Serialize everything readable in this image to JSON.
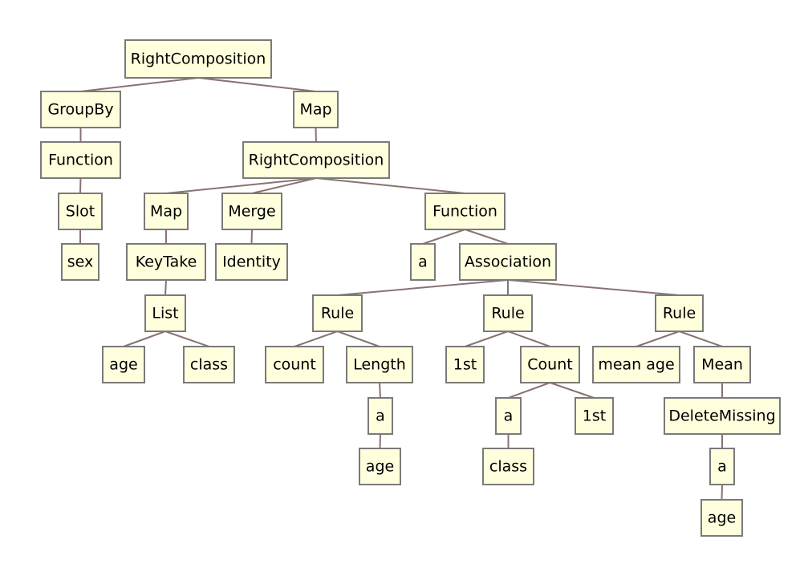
{
  "tree": {
    "nodes": [
      {
        "id": "n1",
        "label": "RightComposition"
      },
      {
        "id": "n2",
        "label": "GroupBy"
      },
      {
        "id": "n3",
        "label": "Map"
      },
      {
        "id": "n4",
        "label": "Function"
      },
      {
        "id": "n5",
        "label": "Slot"
      },
      {
        "id": "n6",
        "label": "sex"
      },
      {
        "id": "n7",
        "label": "RightComposition"
      },
      {
        "id": "n8",
        "label": "Map"
      },
      {
        "id": "n9",
        "label": "Merge"
      },
      {
        "id": "n10",
        "label": "Function"
      },
      {
        "id": "n11",
        "label": "KeyTake"
      },
      {
        "id": "n12",
        "label": "Identity"
      },
      {
        "id": "n13",
        "label": "a"
      },
      {
        "id": "n14",
        "label": "Association"
      },
      {
        "id": "n15",
        "label": "List"
      },
      {
        "id": "n16",
        "label": "age"
      },
      {
        "id": "n17",
        "label": "class"
      },
      {
        "id": "n18",
        "label": "Rule"
      },
      {
        "id": "n19",
        "label": "Rule"
      },
      {
        "id": "n20",
        "label": "Rule"
      },
      {
        "id": "n21",
        "label": "count"
      },
      {
        "id": "n22",
        "label": "Length"
      },
      {
        "id": "n23",
        "label": "1st"
      },
      {
        "id": "n24",
        "label": "Count"
      },
      {
        "id": "n25",
        "label": "mean age"
      },
      {
        "id": "n26",
        "label": "Mean"
      },
      {
        "id": "n27",
        "label": "a"
      },
      {
        "id": "n28",
        "label": "age"
      },
      {
        "id": "n29",
        "label": "a"
      },
      {
        "id": "n30",
        "label": "class"
      },
      {
        "id": "n31",
        "label": "1st"
      },
      {
        "id": "n32",
        "label": "DeleteMissing"
      },
      {
        "id": "n33",
        "label": "a"
      },
      {
        "id": "n34",
        "label": "age"
      }
    ],
    "edges": [
      [
        "n1",
        "n2"
      ],
      [
        "n1",
        "n3"
      ],
      [
        "n2",
        "n4"
      ],
      [
        "n4",
        "n5"
      ],
      [
        "n5",
        "n6"
      ],
      [
        "n3",
        "n7"
      ],
      [
        "n7",
        "n8"
      ],
      [
        "n7",
        "n9"
      ],
      [
        "n7",
        "n10"
      ],
      [
        "n8",
        "n11"
      ],
      [
        "n11",
        "n15"
      ],
      [
        "n15",
        "n16"
      ],
      [
        "n15",
        "n17"
      ],
      [
        "n9",
        "n12"
      ],
      [
        "n10",
        "n13"
      ],
      [
        "n10",
        "n14"
      ],
      [
        "n14",
        "n18"
      ],
      [
        "n14",
        "n19"
      ],
      [
        "n14",
        "n20"
      ],
      [
        "n18",
        "n21"
      ],
      [
        "n18",
        "n22"
      ],
      [
        "n22",
        "n27"
      ],
      [
        "n27",
        "n28"
      ],
      [
        "n19",
        "n23"
      ],
      [
        "n19",
        "n24"
      ],
      [
        "n24",
        "n29"
      ],
      [
        "n24",
        "n31"
      ],
      [
        "n29",
        "n30"
      ],
      [
        "n20",
        "n25"
      ],
      [
        "n20",
        "n26"
      ],
      [
        "n26",
        "n32"
      ],
      [
        "n32",
        "n33"
      ],
      [
        "n33",
        "n34"
      ]
    ]
  }
}
